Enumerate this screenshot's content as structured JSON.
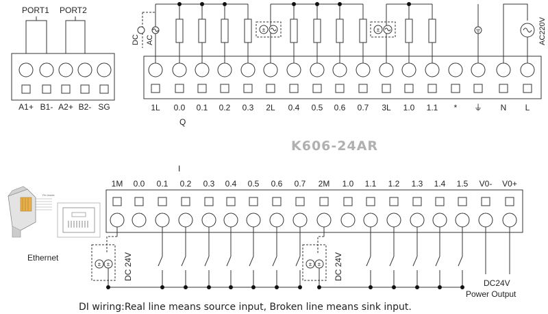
{
  "model": "K606-24AR",
  "serial_block": {
    "port_labels": [
      "PORT1",
      "PORT2"
    ],
    "terminals": [
      "A1+",
      "B1-",
      "A2+",
      "B2-",
      "SG"
    ]
  },
  "output_block": {
    "terminals": [
      "1L",
      "0.0",
      "0.1",
      "0.2",
      "0.3",
      "2L",
      "0.4",
      "0.5",
      "0.6",
      "0.7",
      "3L",
      "1.0",
      "1.1",
      "*",
      "⏚",
      "N",
      "L"
    ],
    "sublabel": "Q",
    "source_labels": [
      "DC",
      "AC"
    ],
    "power_label": "AC220V"
  },
  "input_block": {
    "terminals": [
      "1M",
      "0.0",
      "0.1",
      "0.2",
      "0.3",
      "0.4",
      "0.5",
      "0.6",
      "0.7",
      "2M",
      "1.0",
      "1.1",
      "1.2",
      "1.3",
      "1.4",
      "1.5",
      "V0-",
      "V0+"
    ],
    "sublabel": "I",
    "supply_labels": [
      "DC 24V",
      "DC 24V"
    ],
    "power_output_label": [
      "DC24V",
      "Power Output"
    ]
  },
  "ethernet": {
    "label": "Ethernet",
    "pinout_label": "Pin Inside"
  },
  "note": "DI wiring:Real line means source input, Broken line means sink input."
}
